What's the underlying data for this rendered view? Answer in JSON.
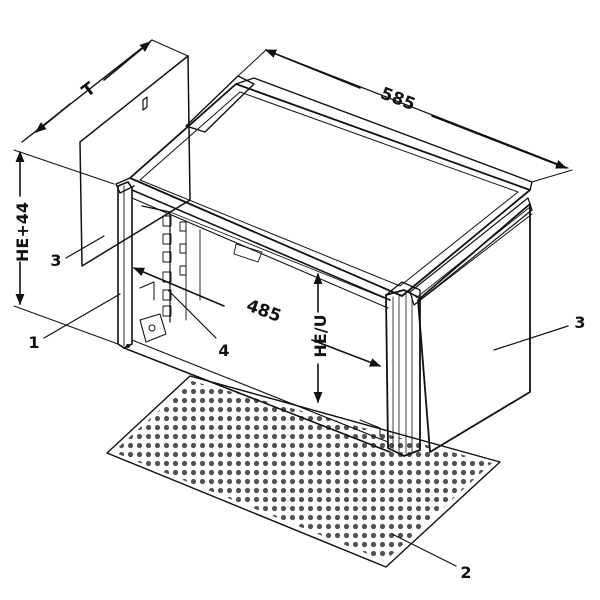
{
  "dimensions": {
    "width": "585",
    "depth": "T",
    "inner_width": "485",
    "outer_height": "HE+44",
    "inner_height": "HE/U"
  },
  "callouts": {
    "frame": "1",
    "perforated_panel": "2",
    "side_panel_left": "3",
    "side_panel_right": "3",
    "guide_rail": "4"
  }
}
